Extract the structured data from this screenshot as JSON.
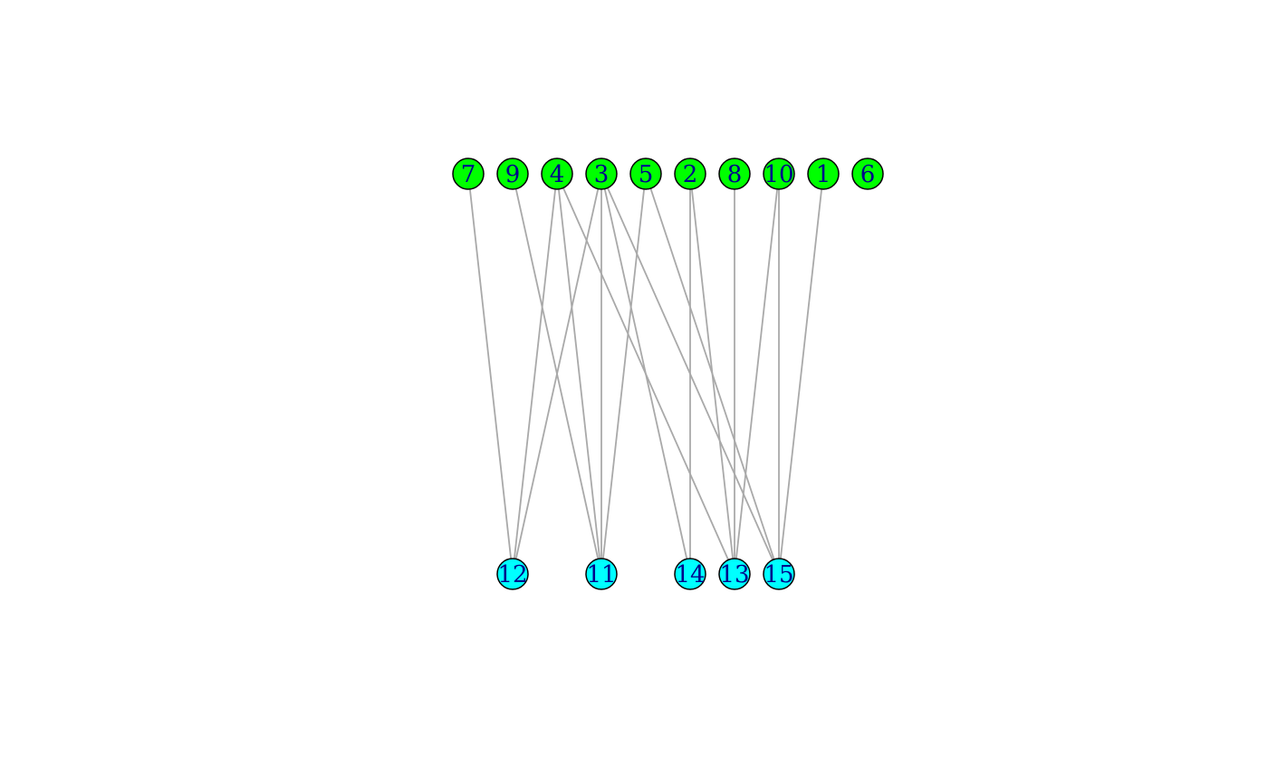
{
  "diagram": {
    "type": "bipartite-graph",
    "top_color": "#00ff00",
    "bottom_color": "#00ffff",
    "edge_color": "#a9a9a9",
    "label_color": "#00008b",
    "top_nodes": [
      "7",
      "9",
      "4",
      "3",
      "5",
      "2",
      "8",
      "10",
      "1",
      "6"
    ],
    "bottom_nodes": [
      {
        "id": "12",
        "slot": 1
      },
      {
        "id": "11",
        "slot": 3
      },
      {
        "id": "14",
        "slot": 5
      },
      {
        "id": "13",
        "slot": 6
      },
      {
        "id": "15",
        "slot": 7
      }
    ],
    "edges": [
      [
        "7",
        "12"
      ],
      [
        "4",
        "12"
      ],
      [
        "3",
        "12"
      ],
      [
        "9",
        "11"
      ],
      [
        "4",
        "11"
      ],
      [
        "3",
        "11"
      ],
      [
        "5",
        "11"
      ],
      [
        "3",
        "14"
      ],
      [
        "2",
        "14"
      ],
      [
        "4",
        "13"
      ],
      [
        "2",
        "13"
      ],
      [
        "8",
        "13"
      ],
      [
        "10",
        "13"
      ],
      [
        "3",
        "15"
      ],
      [
        "5",
        "15"
      ],
      [
        "10",
        "15"
      ],
      [
        "1",
        "15"
      ]
    ]
  }
}
